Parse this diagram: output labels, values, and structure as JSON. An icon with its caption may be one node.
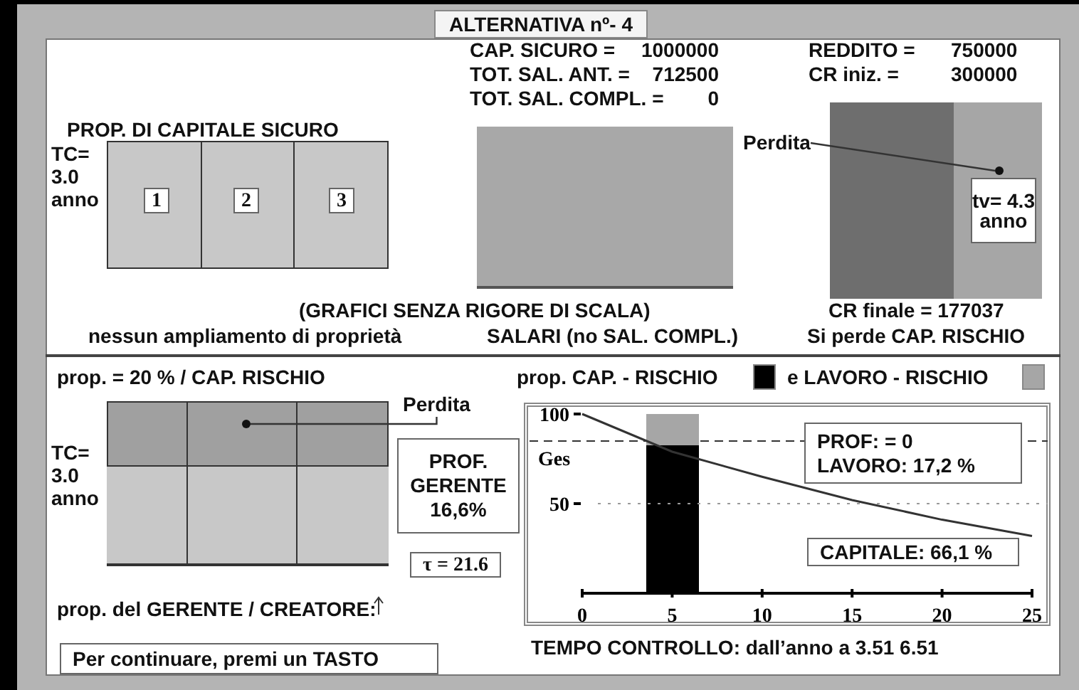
{
  "diagram": {
    "title": "ALTERNATIVA nº- 4",
    "nodes": [
      {
        "text": [
          "1"
        ]
      },
      {
        "text": [
          "2"
        ]
      },
      {
        "text": [
          "3"
        ]
      },
      {
        "text": [
          "Perdita"
        ]
      },
      {
        "text": [],
        "shape": "circle"
      },
      {
        "text": [
          "tv= 4.3 anno"
        ]
      },
      {
        "text": [
          "Perdita"
        ]
      },
      {
        "text": [],
        "shape": "circle"
      },
      {
        "text": [
          "PROF. GERENTE 16,6%"
        ]
      },
      {
        "text": [
          "τ = 21.6"
        ]
      },
      {
        "text": [
          "PROF: = 0",
          "LAVORO: 17,2 %"
        ]
      },
      {
        "text": [
          "CAPITALE: 66,1 %"
        ]
      },
      {
        "text": [
          "Per continuare, premi un TASTO"
        ]
      },
      {
        "text": [],
        "shape": "box"
      }
    ],
    "edges": [
      {
        "from": 3,
        "to": 4,
        "arrow": "none"
      },
      {
        "from": 6,
        "to": 7,
        "arrow": "none"
      }
    ],
    "labels": [
      "PROP. DI CAPITALE SICURO",
      "CAP. SICURO =",
      "1000000",
      "TOT. SAL. ANT. =",
      "712500",
      "TOT. SAL. COMPL. =",
      "0",
      "REDDITO =",
      "750000",
      "CR iniz. =",
      "300000",
      "TC= 3.0 anno",
      "(GRAFICI SENZA RIGORE DI SCALA)",
      "CR finale = 177037",
      "nessun ampliamento di proprietà",
      "SALARI (no SAL. COMPL.)",
      "Si perde CAP. RISCHIO",
      "prop. = 20 % / CAP. RISCHIO",
      "TC= 3.0 anno",
      "prop. del GERENTE / CREATORE:",
      "TEMPO CONTROLLO: dall’anno a 3.51 6.51"
    ],
    "legend": [
      {
        "text": "prop. CAP. - RISCHIO",
        "color": "#000000"
      },
      {
        "text": "e LAVORO - RISCHIO",
        "color": "#a6a6a6"
      }
    ],
    "chart_data": {
      "type": "line",
      "ylabel": "Ges",
      "x": [
        0,
        5,
        10,
        15,
        20,
        25
      ],
      "xticks": [
        0,
        5,
        10,
        15,
        20,
        25
      ],
      "yticks": [
        50,
        100
      ],
      "xlim": [
        0,
        25
      ],
      "ylim": [
        0,
        100
      ],
      "series": [
        {
          "color": "#333333",
          "values": [
            100,
            79,
            65,
            52,
            41,
            32
          ]
        }
      ]
    }
  }
}
